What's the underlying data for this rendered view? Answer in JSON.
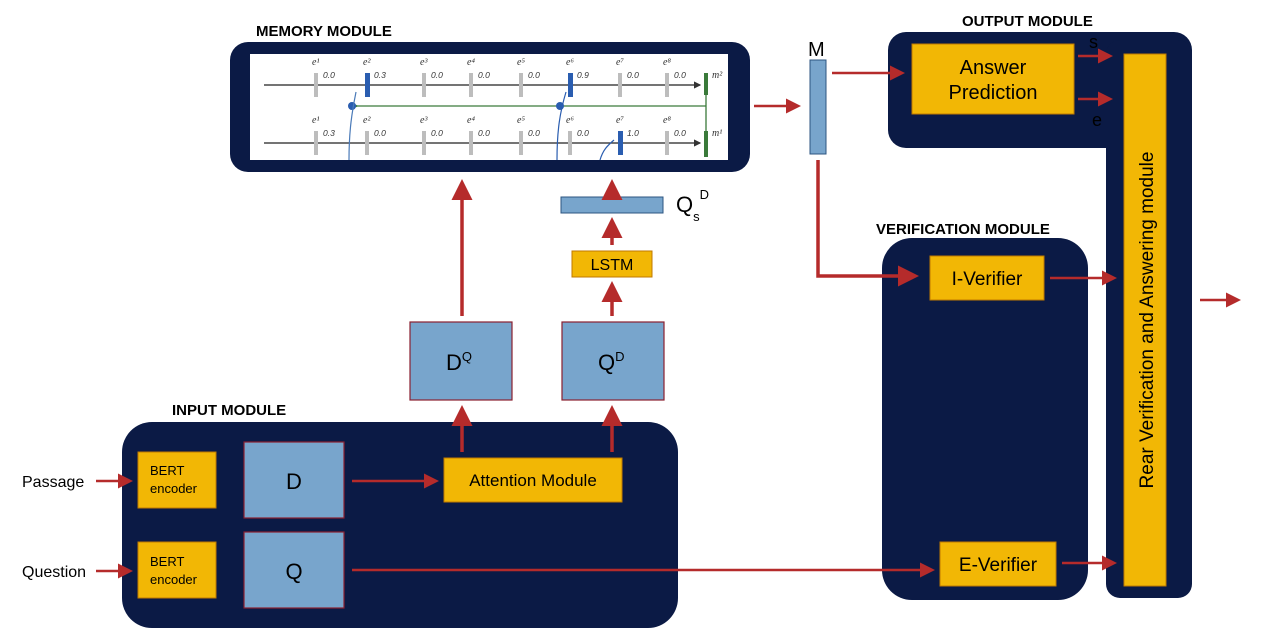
{
  "modules": {
    "memory": "MEMORY MODULE",
    "output": "OUTPUT MODULE",
    "verification": "VERIFICATION MODULE",
    "input": "INPUT MODULE"
  },
  "input": {
    "passage": "Passage",
    "question": "Question",
    "encoder_line1": "BERT",
    "encoder_line2": "encoder",
    "d": "D",
    "q": "Q",
    "attention": "Attention Module"
  },
  "middle": {
    "dq_base": "D",
    "dq_sup": "Q",
    "qd_base": "Q",
    "qd_sup": "D",
    "lstm": "LSTM",
    "qsd_base": "Q",
    "qsd_sub": "s",
    "qsd_sup": "D"
  },
  "memory_slots": {
    "top_names": [
      "e¹",
      "e²",
      "e³",
      "e⁴",
      "e⁵",
      "e⁶",
      "e⁷",
      "e⁸"
    ],
    "top_values": [
      "0.0",
      "0.3",
      "0.0",
      "0.0",
      "0.0",
      "0.9",
      "0.0",
      "0.0"
    ],
    "top_m": "m²",
    "bottom_names": [
      "e¹",
      "e²",
      "e³",
      "e⁴",
      "e⁵",
      "e⁶",
      "e⁷",
      "e⁸"
    ],
    "bottom_values": [
      "0.3",
      "0.0",
      "0.0",
      "0.0",
      "0.0",
      "0.0",
      "1.0",
      "0.0"
    ],
    "bottom_m": "m¹"
  },
  "memory_out": "M",
  "output": {
    "answer_line1": "Answer",
    "answer_line2": "Prediction",
    "s": "s",
    "e": "e"
  },
  "verification": {
    "i_verifier": "I-Verifier",
    "e_verifier": "E-Verifier"
  },
  "rear": "Rear Verification and Answering module",
  "colors": {
    "module_bg": "#0b1a45",
    "box_yellow": "#f2b705",
    "box_blue": "#78a5cc",
    "arrow_red": "#b52b2b"
  }
}
